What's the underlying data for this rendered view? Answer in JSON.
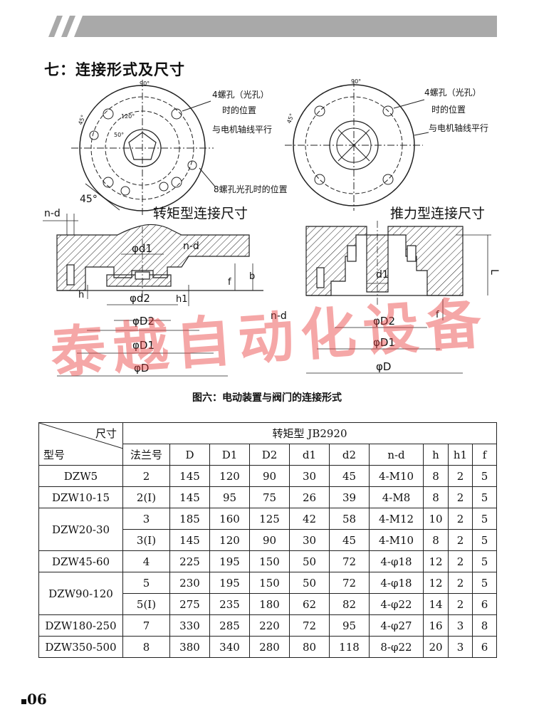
{
  "section_title": "七：连接形式及尺寸",
  "torque_heading": "转矩型连接尺寸",
  "thrust_heading": "推力型连接尺寸",
  "callouts": {
    "hole_note_1": "4螺孔（光孔）",
    "hole_note_2": "时的位置",
    "parallel_note": "与电机轴线平行",
    "hole8_note": "8螺孔光孔时的位置",
    "angle_90": "90°",
    "angle_45": "45°",
    "angle_45_big": "45°",
    "angle_120": "120°",
    "angle_50": "50°"
  },
  "dims": {
    "nd": "n-d",
    "phi_d1": "φd1",
    "phi_d2": "φd2",
    "phi_D2": "φD2",
    "phi_D1": "φD1",
    "phi_D": "φD",
    "h": "h",
    "h1": "h1",
    "f": "f",
    "b": "b",
    "d1": "d1",
    "L": "L"
  },
  "watermark": "泰越自动化设备",
  "figure_caption": "图六：电动装置与阀门的连接形式",
  "table": {
    "corner_top": "尺寸",
    "corner_bottom": "型号",
    "group_header": "转矩型  JB2920",
    "columns": [
      "法兰号",
      "D",
      "D1",
      "D2",
      "d1",
      "d2",
      "n-d",
      "h",
      "h1",
      "f"
    ],
    "rows": [
      {
        "model": "DZW5",
        "cells": [
          "2",
          "145",
          "120",
          "90",
          "30",
          "45",
          "4-M10",
          "8",
          "2",
          "5"
        ]
      },
      {
        "model": "DZW10-15",
        "cells": [
          "2(I)",
          "145",
          "95",
          "75",
          "26",
          "39",
          "4-M8",
          "8",
          "2",
          "5"
        ]
      },
      {
        "model": "DZW20-30",
        "cells": [
          "3",
          "185",
          "160",
          "125",
          "42",
          "58",
          "4-M12",
          "10",
          "2",
          "5"
        ]
      },
      {
        "model": "",
        "cells": [
          "3(I)",
          "145",
          "120",
          "90",
          "30",
          "45",
          "4-M10",
          "8",
          "2",
          "5"
        ]
      },
      {
        "model": "DZW45-60",
        "cells": [
          "4",
          "225",
          "195",
          "150",
          "50",
          "72",
          "4-φ18",
          "12",
          "2",
          "5"
        ]
      },
      {
        "model": "DZW90-120",
        "cells": [
          "5",
          "230",
          "195",
          "150",
          "50",
          "72",
          "4-φ18",
          "12",
          "2",
          "5"
        ]
      },
      {
        "model": "",
        "cells": [
          "5(I)",
          "275",
          "235",
          "180",
          "62",
          "82",
          "4-φ22",
          "14",
          "2",
          "6"
        ]
      },
      {
        "model": "DZW180-250",
        "cells": [
          "7",
          "330",
          "285",
          "220",
          "72",
          "95",
          "4-φ27",
          "16",
          "3",
          "8"
        ]
      },
      {
        "model": "DZW350-500",
        "cells": [
          "8",
          "380",
          "340",
          "280",
          "80",
          "118",
          "8-φ22",
          "20",
          "3",
          "6"
        ]
      }
    ]
  },
  "page_number": "06",
  "colors": {
    "header_band": "#a9a9a9",
    "watermark": "#e83c3c"
  }
}
